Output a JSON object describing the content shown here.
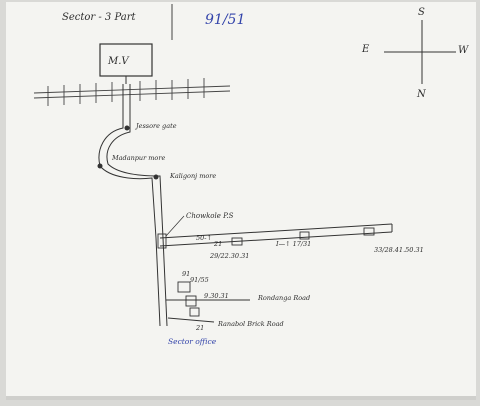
{
  "header": {
    "title": "Sector - 3 Part",
    "number": "91/51"
  },
  "compass": {
    "north": "N",
    "south": "S",
    "east": "E",
    "west": "W"
  },
  "labels": {
    "box": "M.V",
    "jessore_gate": "Jessore gate",
    "madanpur_more": "Madanpur more",
    "kaligonj_more": "Kaligonj more",
    "chowkole_ps": "Chowkole P.S",
    "road_a": "Rondanga Road",
    "road_b": "Ranabol Brick Road",
    "sector_office": "Sector office",
    "mark_1": "50-↑",
    "mark_2": "21",
    "mark_3": "91",
    "code_1": "29/22.30.31",
    "code_2": "I—↑ 17/31",
    "code_3": "33/28.41.50.31",
    "code_4": "91/55",
    "code_5": "9.30.31",
    "code_6": "21"
  }
}
